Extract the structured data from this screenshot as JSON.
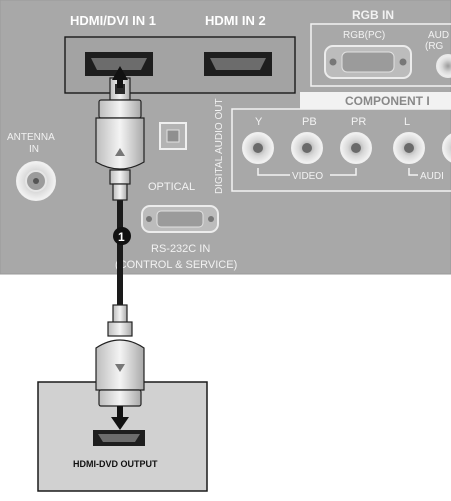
{
  "tv_panel": {
    "hdmi1_label": "HDMI/DVI IN 1",
    "hdmi2_label": "HDMI IN 2",
    "rgb_in_label": "RGB IN",
    "rgb_pc_label": "RGB(PC)",
    "audio_rgb_label_1": "AUD",
    "audio_rgb_label_2": "(RG",
    "component_label": "COMPONENT I",
    "antenna_label_1": "ANTENNA",
    "antenna_label_2": "IN",
    "optical_label": "OPTICAL",
    "digital_audio_out_label": "DIGITAL AUDIO OUT",
    "y_label": "Y",
    "pb_label": "PB",
    "pr_label": "PR",
    "l_label": "L",
    "video_label": "VIDEO",
    "audio_label": "AUDI",
    "rs232c_label_1": "RS-232C IN",
    "rs232c_label_2": "(CONTROL & SERVICE)"
  },
  "connection": {
    "step_number": "1"
  },
  "dvd_player": {
    "output_label": "HDMI-DVD OUTPUT"
  }
}
